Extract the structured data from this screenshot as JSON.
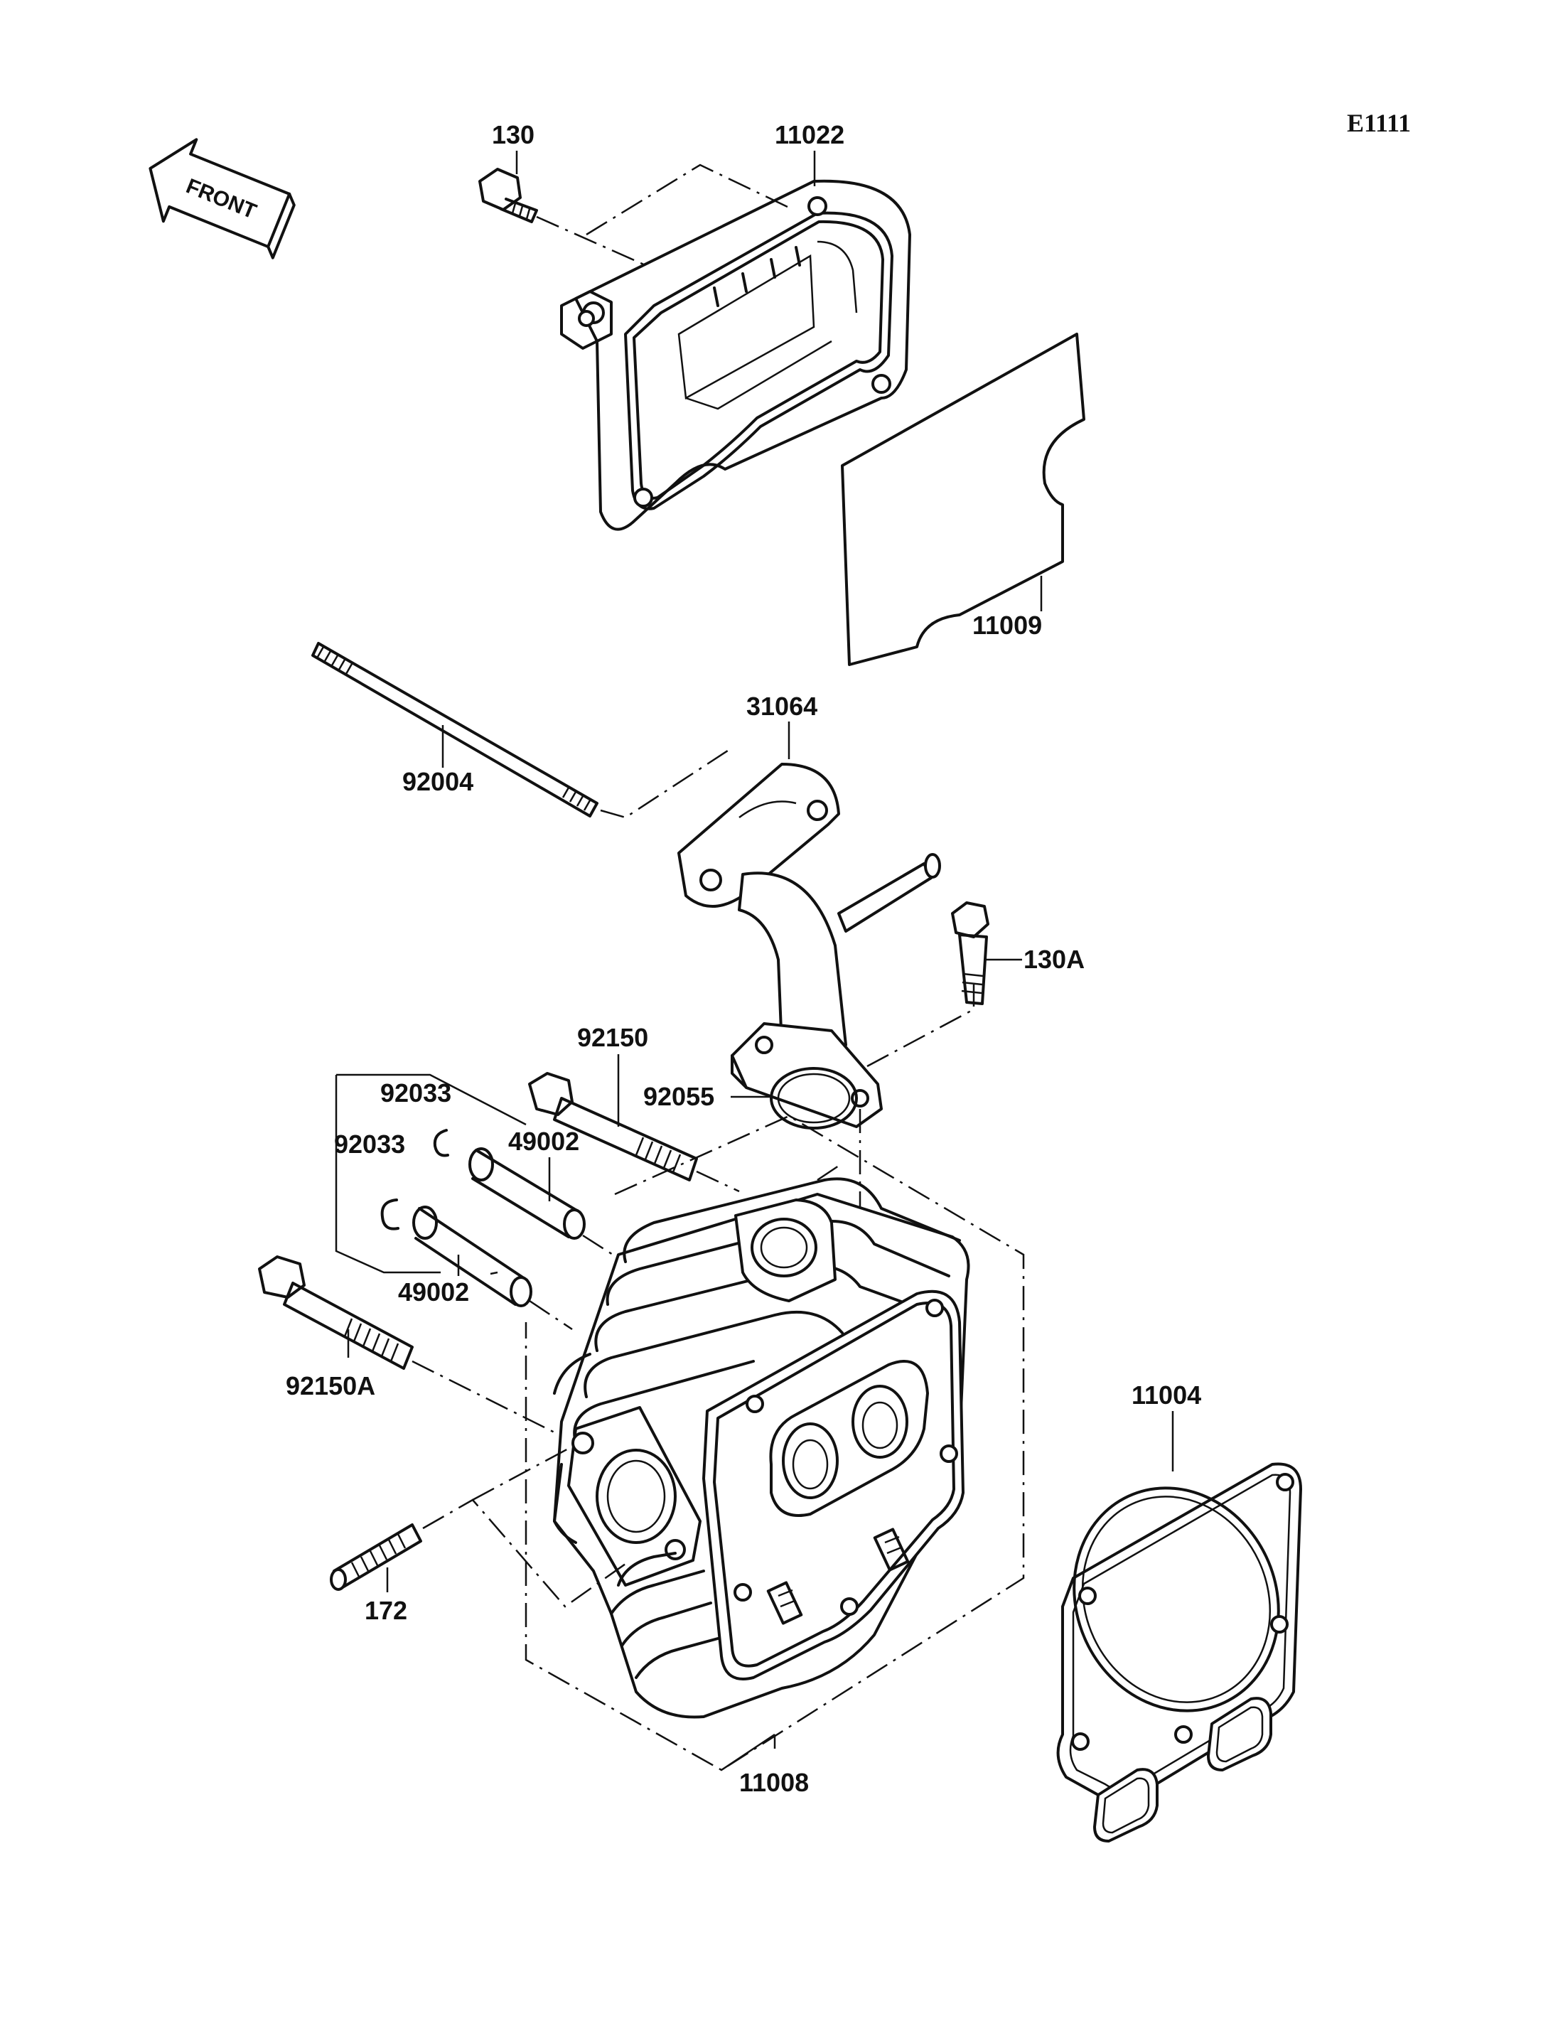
{
  "diagram": {
    "code": "E1111",
    "front_arrow_label": "FRONT",
    "parts": {
      "p130": "130",
      "p11022": "11022",
      "p11009": "11009",
      "p92004": "92004",
      "p31064": "31064",
      "p130A": "130A",
      "p92150": "92150",
      "p92055": "92055",
      "p92033a": "92033",
      "p92033b": "92033",
      "p49002a": "49002",
      "p49002b": "49002",
      "p92150A": "92150A",
      "p11004": "11004",
      "p172": "172",
      "p11008": "11008"
    }
  }
}
